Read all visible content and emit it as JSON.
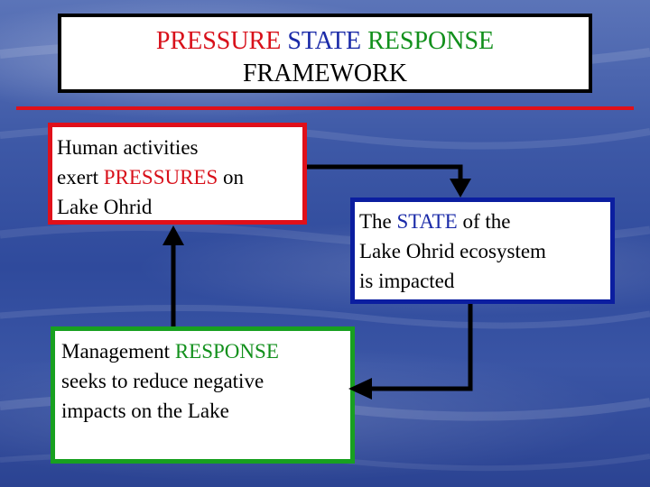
{
  "title": {
    "word_pressure": "PRESSURE",
    "word_state": "STATE",
    "word_response": "RESPONSE",
    "line2": "FRAMEWORK"
  },
  "boxes": {
    "pressure": {
      "line1": "Human activities",
      "line2_before": "exert ",
      "line2_keyword": "PRESSURES",
      "line2_after": " on",
      "line3": "Lake Ohrid"
    },
    "state": {
      "line1_before": "The ",
      "line1_keyword": "STATE",
      "line1_after": " of the",
      "line2": "Lake Ohrid ecosystem",
      "line3": "is impacted"
    },
    "response": {
      "line1_before": "Management ",
      "line1_keyword": "RESPONSE",
      "line2": "seeks to reduce negative",
      "line3": "impacts on the Lake"
    }
  },
  "colors": {
    "pressure": "#e0101a",
    "state": "#0b1ea0",
    "response": "#18a020",
    "arrow": "#000000"
  },
  "flow": [
    {
      "from": "pressure",
      "to": "state"
    },
    {
      "from": "state",
      "to": "response"
    },
    {
      "from": "response",
      "to": "pressure"
    }
  ]
}
